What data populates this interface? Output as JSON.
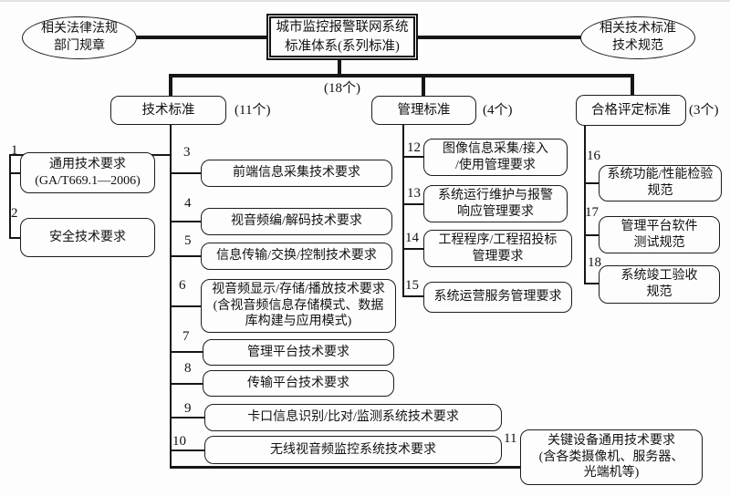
{
  "diagram": {
    "title": {
      "text": "城市监控报警联网系统\n标准体系(系列标准)",
      "count": "(18个)"
    },
    "left_ellipse": {
      "text": "相关法律法规\n部门规章"
    },
    "right_ellipse": {
      "text": "相关技术标准\n技术规范"
    },
    "categories": {
      "tech": {
        "label": "技术标准",
        "count": "(11个)"
      },
      "mgmt": {
        "label": "管理标准",
        "count": "(4个)"
      },
      "conf": {
        "label": "合格评定标准",
        "count": "(3个)"
      }
    },
    "items": {
      "i1": {
        "num": "1",
        "label": "通用技术要求\n(GA/T669.1—2006)"
      },
      "i2": {
        "num": "2",
        "label": "安全技术要求"
      },
      "i3": {
        "num": "3",
        "label": "前端信息采集技术要求"
      },
      "i4": {
        "num": "4",
        "label": "视音频编/解码技术要求"
      },
      "i5": {
        "num": "5",
        "label": "信息传输/交换/控制技术要求"
      },
      "i6": {
        "num": "6",
        "label": "视音频显示/存储/播放技术要求\n(含视音频信息存储模式、数据\n库构建与应用模式)"
      },
      "i7": {
        "num": "7",
        "label": "管理平台技术要求"
      },
      "i8": {
        "num": "8",
        "label": "传输平台技术要求"
      },
      "i9": {
        "num": "9",
        "label": "卡口信息识别/比对/监测系统技术要求"
      },
      "i10": {
        "num": "10",
        "label": "无线视音频监控系统技术要求"
      },
      "i11": {
        "num": "11",
        "label": "关键设备通用技术要求\n(含各类摄像机、服务器、\n光端机等)"
      },
      "i12": {
        "num": "12",
        "label": "图像信息采集/接入\n/使用管理要求"
      },
      "i13": {
        "num": "13",
        "label": "系统运行维护与报警\n响应管理要求"
      },
      "i14": {
        "num": "14",
        "label": "工程程序/工程招投标\n管理要求"
      },
      "i15": {
        "num": "15",
        "label": "系统运营服务管理要求"
      },
      "i16": {
        "num": "16",
        "label": "系统功能/性能检验\n规范"
      },
      "i17": {
        "num": "17",
        "label": "管理平台软件\n测试规范"
      },
      "i18": {
        "num": "18",
        "label": "系统竣工验收\n规范"
      }
    },
    "colors": {
      "line": "#161616",
      "background": "#fdfdfd"
    }
  }
}
